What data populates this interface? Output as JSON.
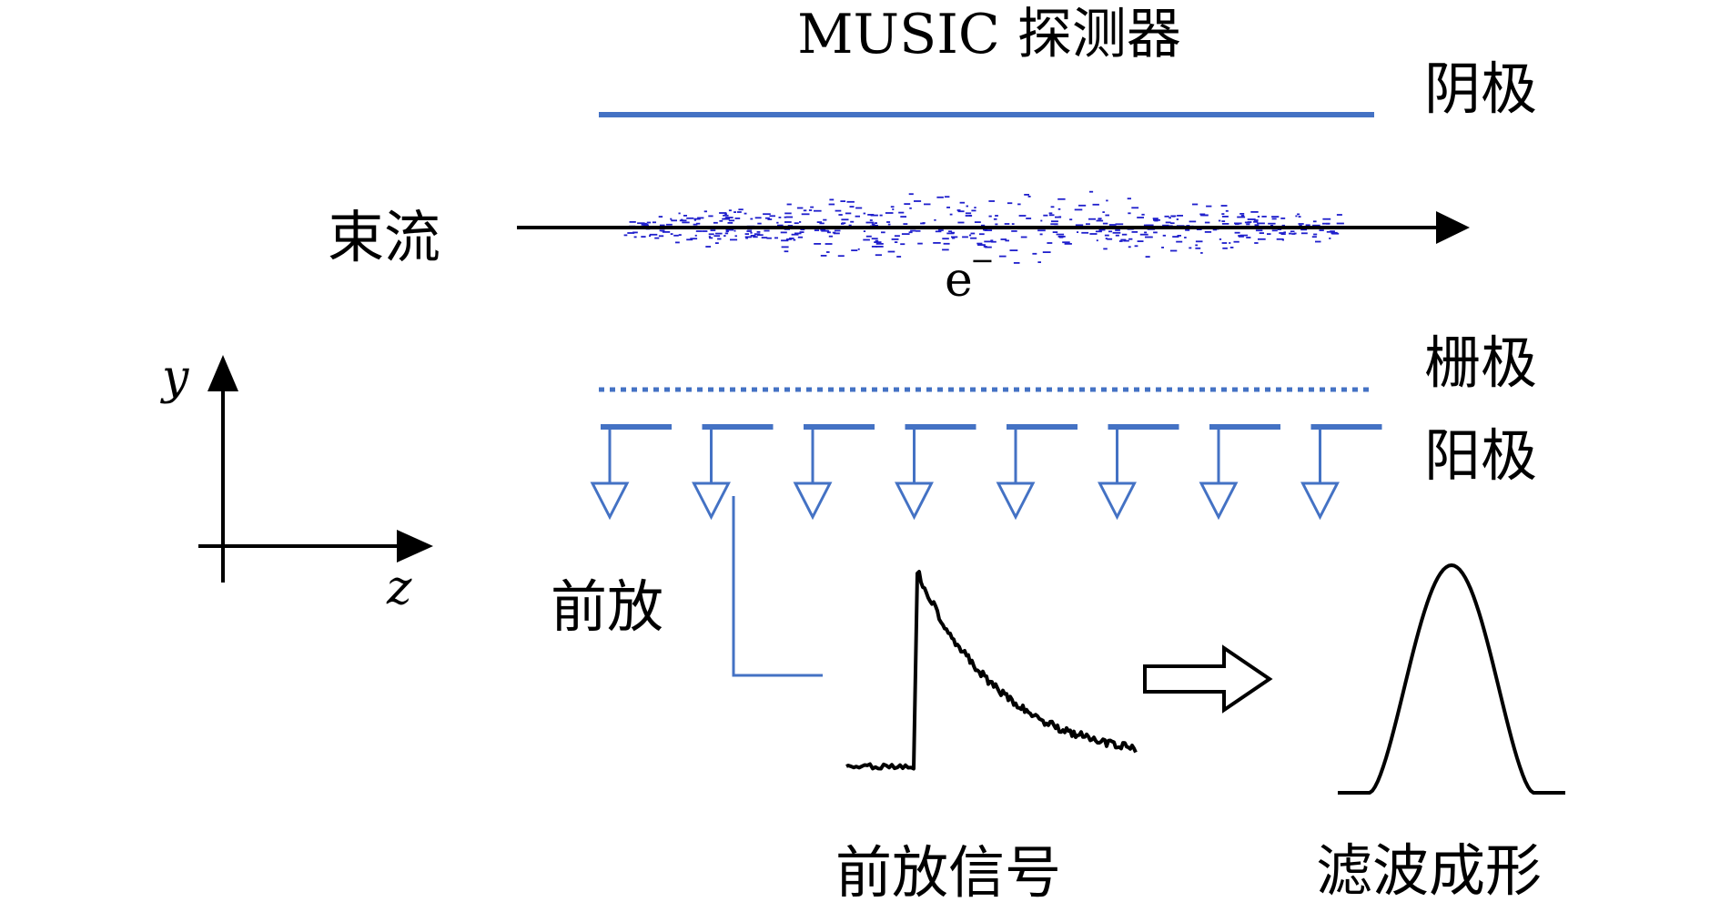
{
  "labels": {
    "title": "MUSIC 探测器",
    "cathode": "阴极",
    "beam": "束流",
    "electron": "e",
    "electron_sup": "−",
    "grid": "栅极",
    "anode": "阳极",
    "preamp": "前放",
    "preamp_signal": "前放信号",
    "shaped": "滤波成形",
    "axis_y": "y",
    "axis_z": "z"
  },
  "colors": {
    "electrode": "#4472C4",
    "electron_cloud": "#1F1FCC",
    "ink": "#000000"
  },
  "anode_count": 8
}
